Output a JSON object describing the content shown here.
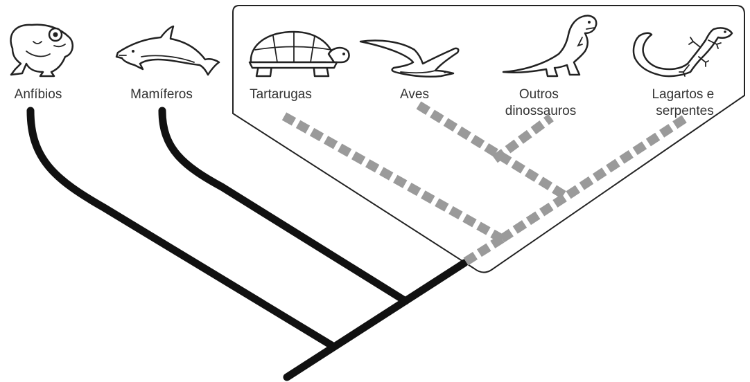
{
  "taxa": [
    {
      "id": "anfibios",
      "lines": [
        "Anfíbios"
      ],
      "icon": "frog-icon"
    },
    {
      "id": "mamiferos",
      "lines": [
        "Mamíferos"
      ],
      "icon": "dolphin-icon"
    },
    {
      "id": "tartarugas",
      "lines": [
        "Tartarugas"
      ],
      "icon": "turtle-icon"
    },
    {
      "id": "aves",
      "lines": [
        "Aves"
      ],
      "icon": "bird-icon"
    },
    {
      "id": "dinossauros",
      "lines": [
        "Outros",
        "dinossauros"
      ],
      "icon": "dinosaur-icon"
    },
    {
      "id": "lagartos",
      "lines": [
        "Lagartos e",
        "serpentes"
      ],
      "icon": "lizard-icon"
    }
  ],
  "colors": {
    "solid_branch": "#111111",
    "dashed_branch": "#9a9a9a",
    "box_outline": "#222222",
    "label": "#333333"
  }
}
